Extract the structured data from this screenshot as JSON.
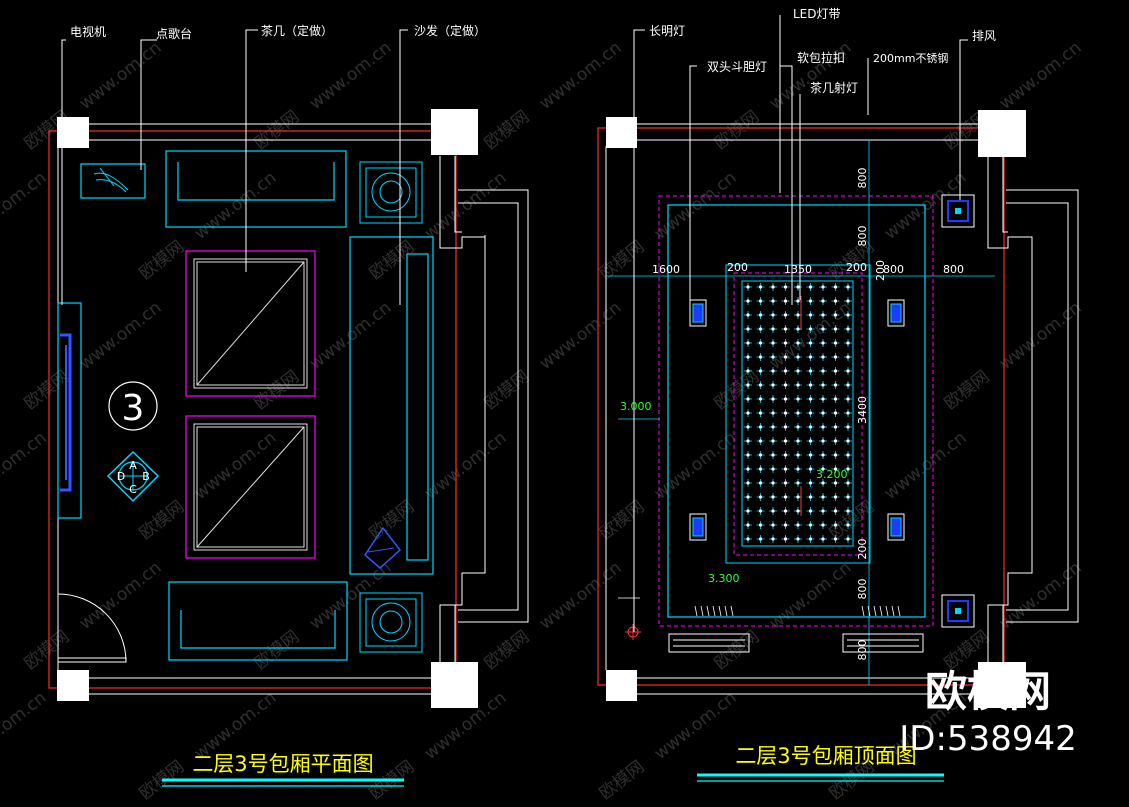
{
  "left_plan": {
    "title": "二层3号包厢平面图",
    "room_number": "3",
    "marks": [
      "A",
      "B",
      "C",
      "D"
    ],
    "labels": {
      "tv": "电视机",
      "song": "点歌台",
      "table": "茶几（定做）",
      "sofa": "沙发（定做）"
    }
  },
  "right_plan": {
    "title": "二层3号包厢顶面图",
    "labels": {
      "long_light": "长明灯",
      "led_strip": "LED灯带",
      "double_lamp": "双头斗胆灯",
      "soft_pull": "软包拉扣",
      "stainless": "200mm不锈钢",
      "table_spot": "茶几射灯",
      "exhaust": "排风"
    },
    "dims": {
      "d1600": "1600",
      "d200a": "200",
      "d1350": "1350",
      "d200b": "200",
      "d200c": "200",
      "d800a": "800",
      "d800b": "800",
      "v800a": "800",
      "v800b": "800",
      "v3400": "3400",
      "v200": "200",
      "v800c": "800",
      "v800d": "800"
    },
    "elevations": {
      "e3000": "3.000",
      "e3200": "3.200",
      "e3300": "3.300"
    }
  },
  "watermark": {
    "text": "欧模网",
    "url": "www.om.cn"
  },
  "logo": {
    "brand": "欧模网",
    "id": "ID:538942"
  }
}
